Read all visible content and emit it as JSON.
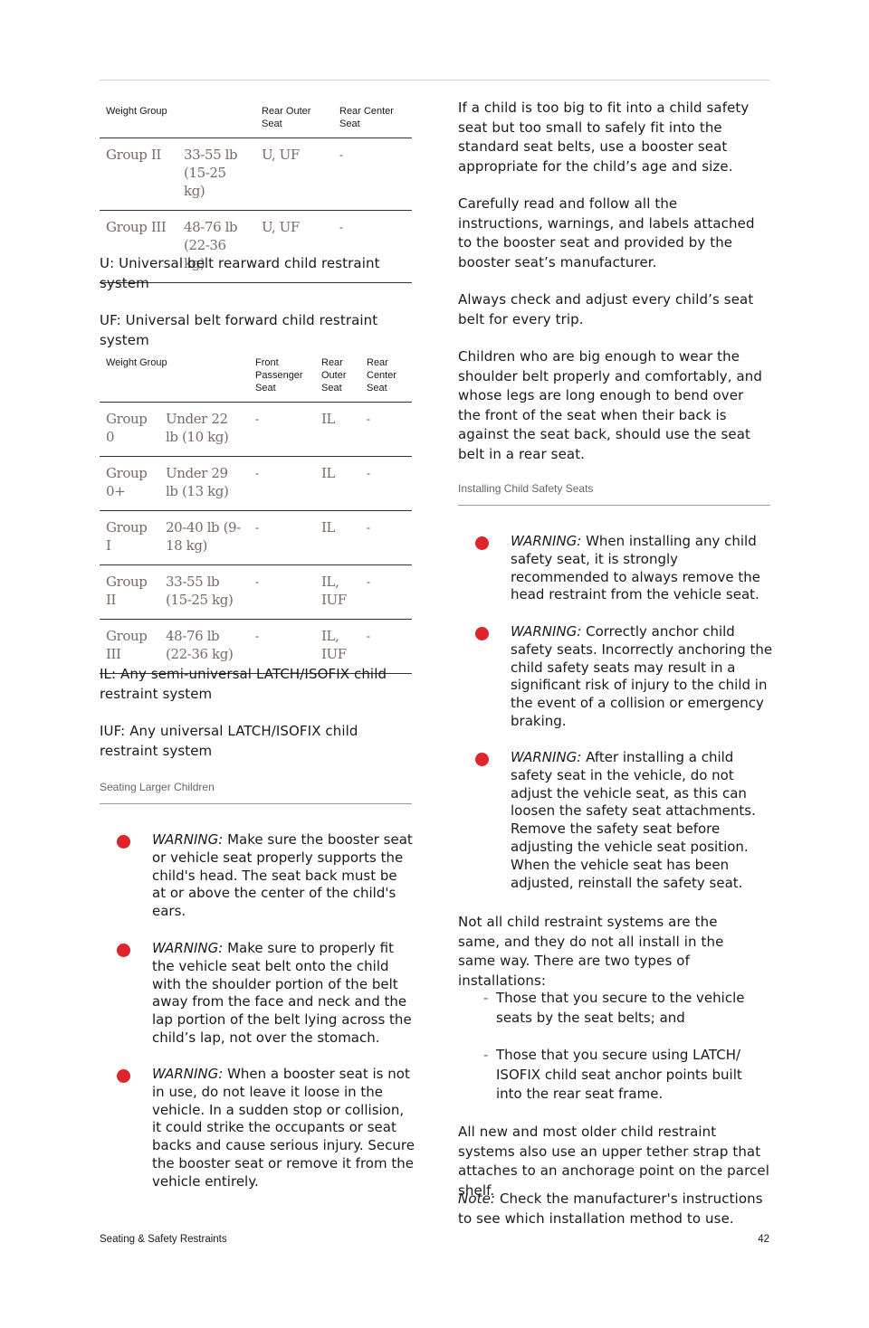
{
  "table1": {
    "headers": [
      "Weight Group",
      "Rear Outer Seat",
      "Rear Center Seat"
    ],
    "rows": [
      {
        "group": "Group II",
        "weight": "33-55 lb (15-25 kg)",
        "outer": "U, UF",
        "center": "-"
      },
      {
        "group": "Group III",
        "weight": "48-76 lb (22-36 kg)",
        "outer": "U, UF",
        "center": "-"
      }
    ]
  },
  "legend1": [
    "U: Universal belt rearward child restraint system",
    "UF: Universal belt forward child restraint system"
  ],
  "table2": {
    "headers": [
      "Weight Group",
      "Front Passenger Seat",
      "Rear Outer Seat",
      "Rear Center Seat"
    ],
    "rows": [
      {
        "group": "Group 0",
        "weight": "Under 22 lb (10 kg)",
        "front": "-",
        "outer": "IL",
        "center": "-"
      },
      {
        "group": "Group 0+",
        "weight": "Under 29 lb (13 kg)",
        "front": "-",
        "outer": "IL",
        "center": "-"
      },
      {
        "group": "Group I",
        "weight": "20-40 lb (9-18 kg)",
        "front": "-",
        "outer": "IL",
        "center": "-"
      },
      {
        "group": "Group II",
        "weight": "33-55 lb (15-25 kg)",
        "front": "-",
        "outer": "IL, IUF",
        "center": "-"
      },
      {
        "group": "Group III",
        "weight": "48-76 lb (22-36 kg)",
        "front": "-",
        "outer": "IL, IUF",
        "center": "-"
      }
    ]
  },
  "legend2": [
    "IL: Any semi-universal LATCH/ISOFIX child restraint system",
    "IUF: Any universal LATCH/ISOFIX child restraint system"
  ],
  "section_larger": {
    "title": "Seating Larger Children",
    "warnings": [
      {
        "label": "WARNING:",
        "text": "Make sure the booster seat or vehicle seat properly supports the child's head. The seat back must be at or above the center of the child's ears."
      },
      {
        "label": "WARNING:",
        "text": "Make sure to properly fit the vehicle seat belt onto the child with the shoulder portion of the belt away from the face and neck and the lap portion of the belt lying across the child’s lap, not over the stomach."
      },
      {
        "label": "WARNING:",
        "text": "When a booster seat is not in use, do not leave it loose in the vehicle. In a sudden stop or collision, it could strike the occupants or seat backs and cause serious injury. Secure the booster seat or remove it from the vehicle entirely."
      }
    ]
  },
  "right_paragraphs": [
    "If a child is too big to fit into a child safety seat but too small to safely fit into the standard seat belts, use a booster seat appropriate for the child’s age and size.",
    "Carefully read and follow all the instructions, warnings, and labels attached to the booster seat and provided by the booster seat’s manufacturer.",
    "Always check and adjust every child’s seat belt for every trip.",
    "Children who are big enough to wear the shoulder belt properly and comfortably, and whose legs are long enough to bend over the front of the seat when their back is against the seat back, should use the seat belt in a rear seat."
  ],
  "section_installing": {
    "title": "Installing Child Safety Seats",
    "warnings": [
      {
        "label": "WARNING:",
        "text": "When installing any child safety seat, it is strongly recommended to always remove the head restraint from the vehicle seat."
      },
      {
        "label": "WARNING:",
        "text": "Correctly anchor child safety seats. Incorrectly anchoring the child safety seats may result in a significant risk of injury to the child in the event of a collision or emergency braking."
      },
      {
        "label": "WARNING:",
        "text": "After installing a child safety seat in the vehicle, do not adjust the vehicle seat, as this can loosen the safety seat attachments. Remove the safety seat before adjusting the vehicle seat position. When the vehicle seat has been adjusted, reinstall the safety seat."
      }
    ],
    "intro": "Not all child restraint systems are the same, and they do not all install in the same way. There are two types of installations:",
    "bullets": [
      "Those that you secure to the vehicle seats by the seat belts; and",
      "Those that you secure using LATCH/ ISOFIX child seat anchor points built into the rear seat frame."
    ],
    "tether": "All new and most older child restraint systems also use an upper tether strap that attaches to an anchorage point on the parcel shelf.",
    "note_label": "Note:",
    "note_text": "Check the manufacturer's instructions to see which installation method to use."
  },
  "footer": {
    "section": "Seating & Safety Restraints",
    "page": "42"
  }
}
